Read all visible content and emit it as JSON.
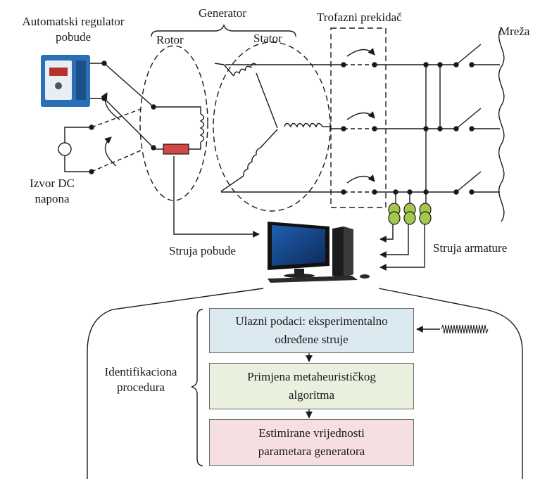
{
  "labels": {
    "avr_line1": "Automatski regulator",
    "avr_line2": "pobude",
    "generator": "Generator",
    "rotor": "Rotor",
    "stator": "Stator",
    "breaker": "Trofazni prekidač",
    "grid": "Mreža",
    "dc_line1": "Izvor DC",
    "dc_line2": "napona",
    "field_current": "Struja pobude",
    "armature_current": "Struja armature",
    "procedure_line1": "Identifikaciona",
    "procedure_line2": "procedura"
  },
  "steps": [
    {
      "line1": "Ulazni podaci: eksperimentalno",
      "line2": "određene struje",
      "color": "#dbeaf1"
    },
    {
      "line1": "Primjena metaheurističkog",
      "line2": "algoritma",
      "color": "#e9f0de"
    },
    {
      "line1": "Estimirane vrijednosti",
      "line2": "parametara generatora",
      "color": "#f6dfe0"
    }
  ],
  "colors": {
    "line": "#1a1a1a",
    "field_winding": "#cf4a44",
    "current_transformer": "#a7c64f",
    "avr_device": "#2a6fb7"
  }
}
